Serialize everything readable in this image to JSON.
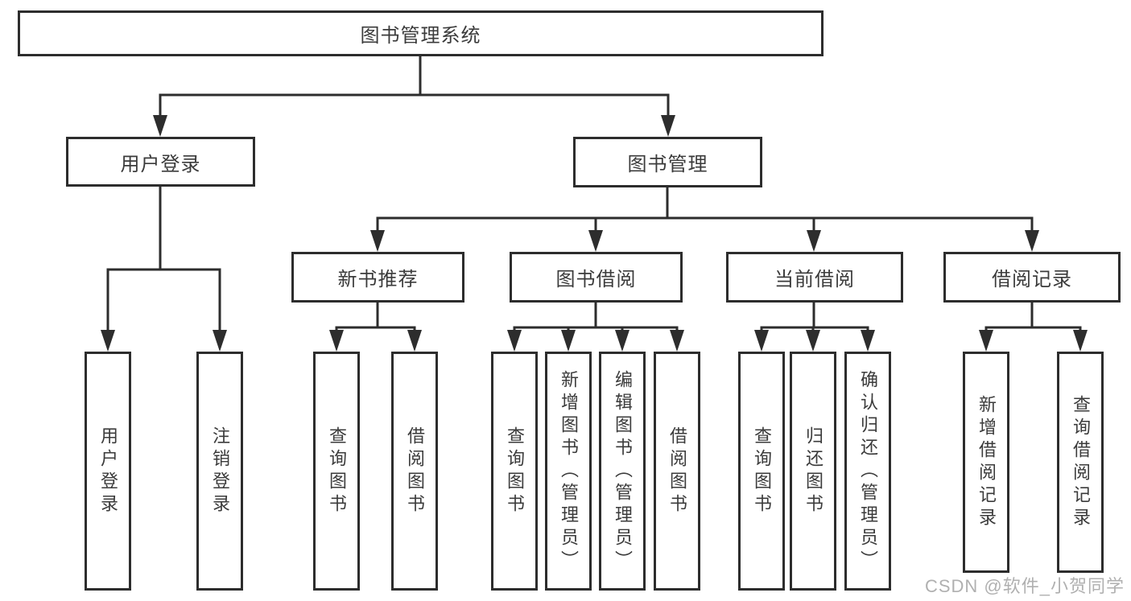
{
  "diagram": {
    "title": "图书管理系统",
    "tree": {
      "root": {
        "label": "图书管理系统"
      },
      "branches": [
        {
          "label": "用户登录",
          "children": [
            {
              "label": "用户登录"
            },
            {
              "label": "注销登录"
            }
          ]
        },
        {
          "label": "图书管理",
          "children": [
            {
              "label": "新书推荐",
              "children": [
                {
                  "label": "查询图书"
                },
                {
                  "label": "借阅图书"
                }
              ]
            },
            {
              "label": "图书借阅",
              "children": [
                {
                  "label": "查询图书"
                },
                {
                  "label": "新增图书（管理员）"
                },
                {
                  "label": "编辑图书（管理员）"
                },
                {
                  "label": "借阅图书"
                }
              ]
            },
            {
              "label": "当前借阅",
              "children": [
                {
                  "label": "查询图书"
                },
                {
                  "label": "归还图书"
                },
                {
                  "label": "确认归还（管理员）"
                }
              ]
            },
            {
              "label": "借阅记录",
              "children": [
                {
                  "label": "新增借阅记录"
                },
                {
                  "label": "查询借阅记录"
                }
              ]
            }
          ]
        }
      ]
    },
    "colors": {
      "line": "#2d2d2d",
      "text": "#3b3b3b",
      "background": "#ffffff",
      "watermark_color": "#b0b0b0"
    }
  },
  "watermark": "CSDN @软件_小贺同学"
}
